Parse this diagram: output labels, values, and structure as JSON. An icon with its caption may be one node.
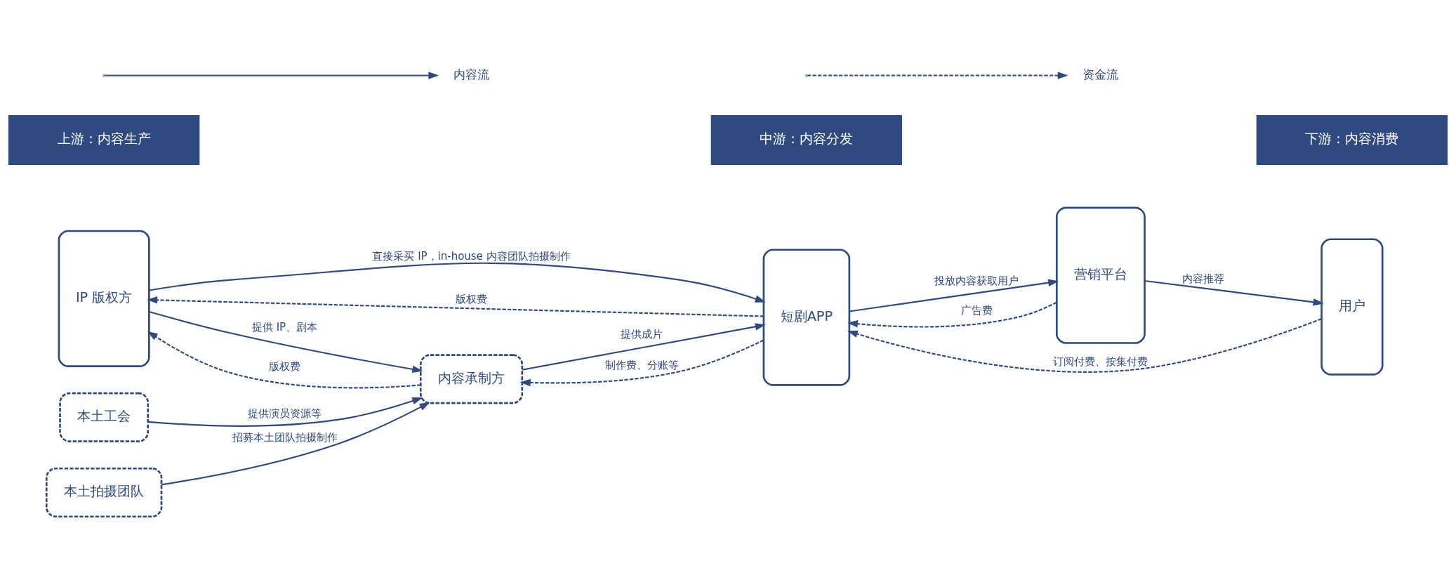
{
  "diagram": {
    "nodes": [
      {
        "text": [
          "上游：内容生产"
        ]
      },
      {
        "text": [
          "中游：内容分发"
        ]
      },
      {
        "text": [
          "下游：内容消费"
        ]
      },
      {
        "text": [
          "IP 版权方"
        ]
      },
      {
        "text": [
          "内容承制方"
        ]
      },
      {
        "text": [
          "本土工会"
        ]
      },
      {
        "text": [
          "本土拍摄团队"
        ]
      },
      {
        "text": [
          "短剧APP"
        ]
      },
      {
        "text": [
          "营销平台"
        ]
      },
      {
        "text": [
          "用户"
        ]
      }
    ],
    "edges": [
      {
        "from": 3,
        "to": 7,
        "arrow": "to",
        "label": "直接采买 IP，in-house 内容团队拍摄制作"
      },
      {
        "from": 7,
        "to": 3,
        "arrow": "to",
        "label": "版权费",
        "style": "dashed"
      },
      {
        "from": 3,
        "to": 4,
        "arrow": "to",
        "label": "提供 IP、剧本"
      },
      {
        "from": 4,
        "to": 3,
        "arrow": "to",
        "label": "版权费",
        "style": "dashed"
      },
      {
        "from": 4,
        "to": 7,
        "arrow": "to",
        "label": "提供成片"
      },
      {
        "from": 7,
        "to": 4,
        "arrow": "to",
        "label": "制作费、分账等",
        "style": "dashed"
      },
      {
        "from": 5,
        "to": 4,
        "arrow": "to",
        "label": "提供演员资源等"
      },
      {
        "from": 6,
        "to": 4,
        "arrow": "to",
        "label": "招募本土团队拍摄制作"
      },
      {
        "from": 7,
        "to": 8,
        "arrow": "to",
        "label": "投放内容获取用户"
      },
      {
        "from": 8,
        "to": 7,
        "arrow": "to",
        "label": "广告费",
        "style": "dashed"
      },
      {
        "from": 8,
        "to": 9,
        "arrow": "to",
        "label": "内容推荐"
      },
      {
        "from": 9,
        "to": 7,
        "arrow": "to",
        "label": "订阅付费、按集付费",
        "style": "dashed"
      }
    ],
    "legend": [
      {
        "text": "内容流"
      },
      {
        "text": "资金流"
      }
    ]
  }
}
